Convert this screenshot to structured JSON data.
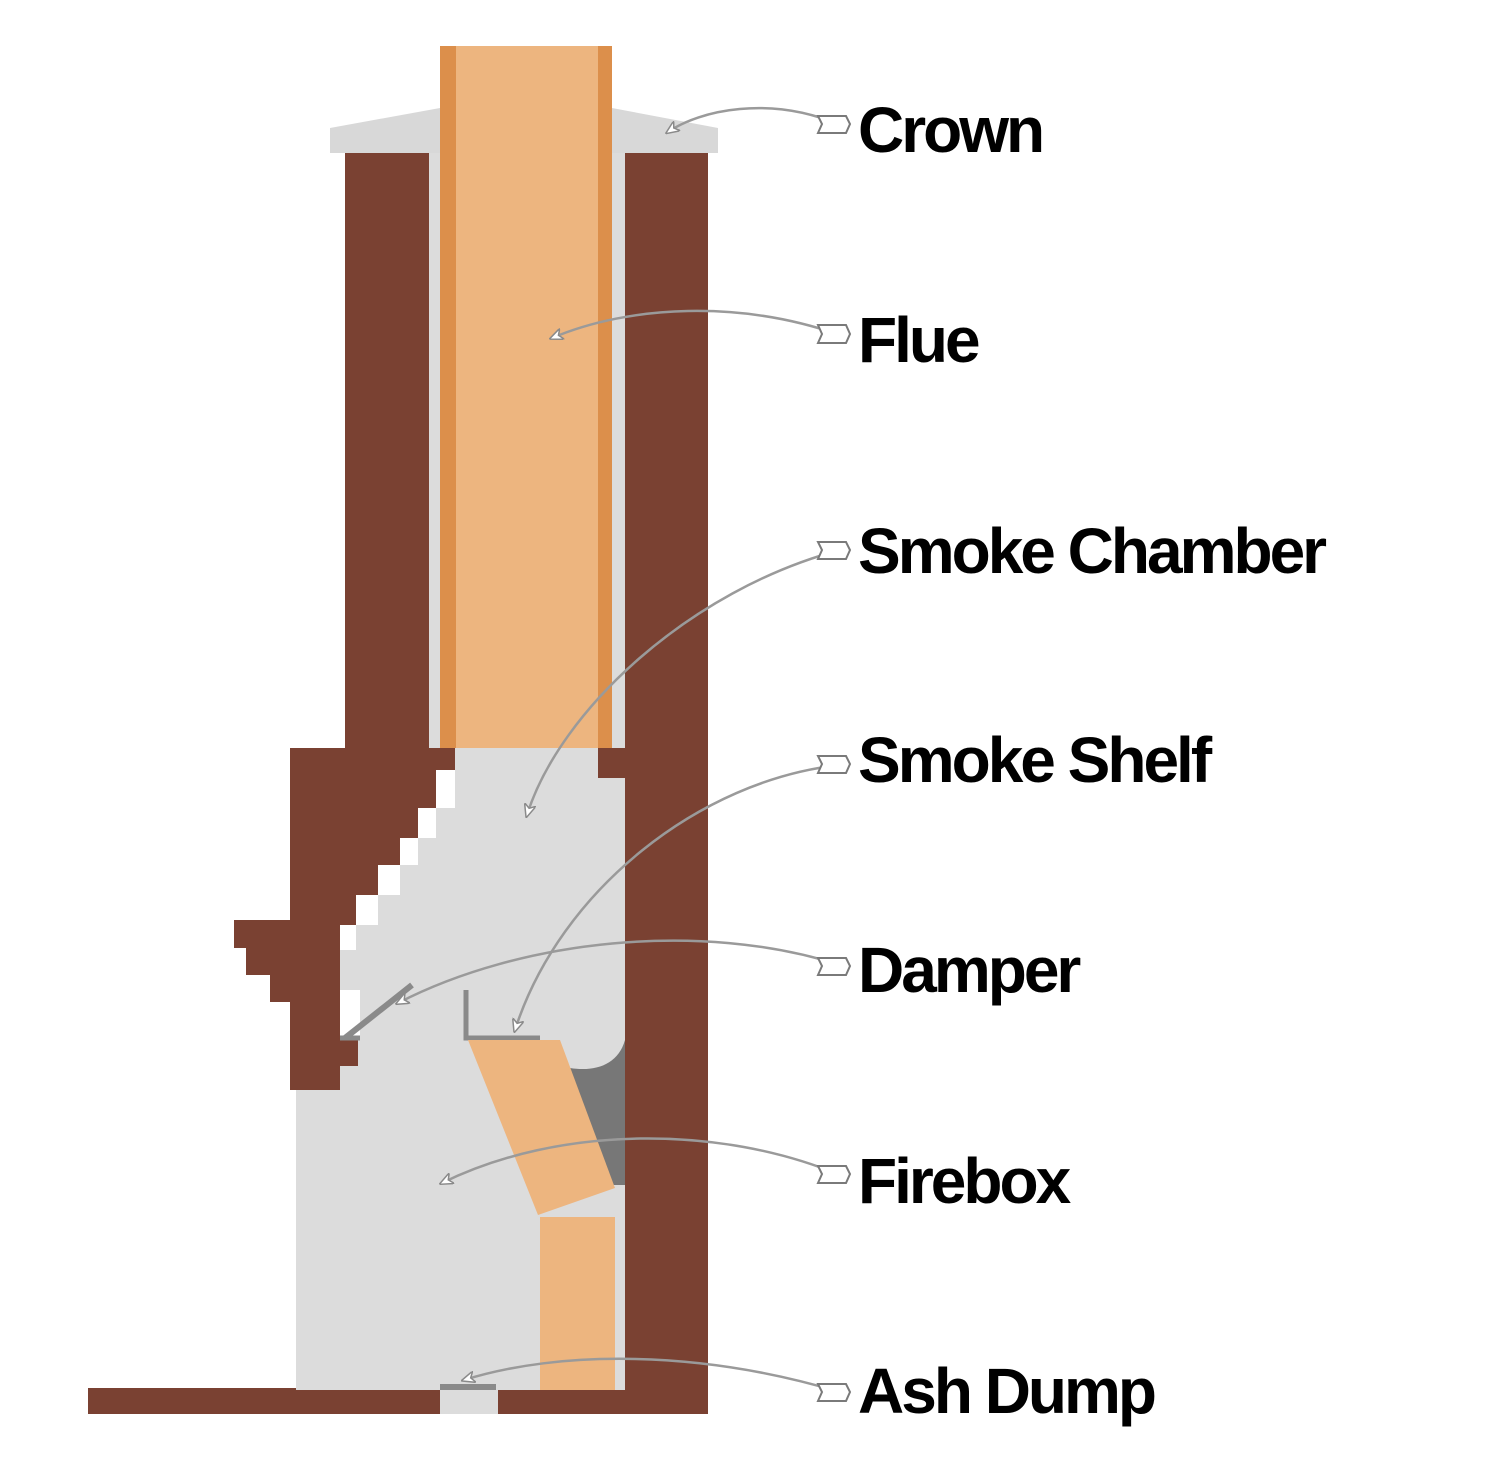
{
  "colors": {
    "brick": "#7a4132",
    "flue_tile": "#edb57f",
    "flue_tile_edge": "#dc8f4b",
    "masonry_gray": "#dcdcdc",
    "crown_gray": "#d8d8d8",
    "steel_gray": "#8a8a8a",
    "smoke_shelf_shadow": "#777777",
    "label_text": "#000000",
    "arrow": "#9a9a9a"
  },
  "labels": [
    {
      "id": "crown",
      "text": "Crown",
      "icon": "arrow-icon"
    },
    {
      "id": "flue",
      "text": "Flue",
      "icon": "arrow-icon"
    },
    {
      "id": "smoke-chamber",
      "text": "Smoke Chamber",
      "icon": "arrow-icon"
    },
    {
      "id": "smoke-shelf",
      "text": "Smoke Shelf",
      "icon": "arrow-icon"
    },
    {
      "id": "damper",
      "text": "Damper",
      "icon": "arrow-icon"
    },
    {
      "id": "firebox",
      "text": "Firebox",
      "icon": "arrow-icon"
    },
    {
      "id": "ash-dump",
      "text": "Ash Dump",
      "icon": "arrow-icon"
    }
  ]
}
